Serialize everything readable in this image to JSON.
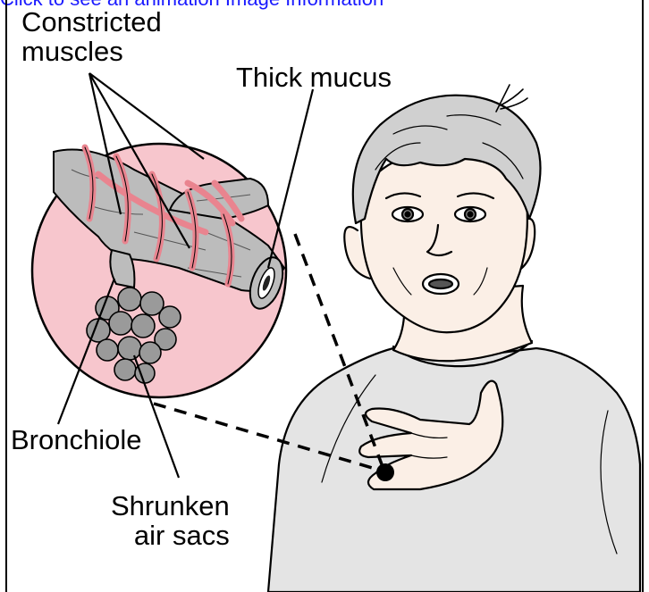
{
  "caption": "Click to see an animation Image Information",
  "labels": {
    "constricted_muscles": "Constricted\nmuscles",
    "thick_mucus": "Thick mucus",
    "bronchiole": "Bronchiole",
    "shrunken_air_sacs": "Shrunken\nair sacs"
  },
  "colors": {
    "inset_background": "#f7c6cd",
    "muscle": "#e9848f",
    "airway": "#bcbcbc",
    "skin": "#fbefe6",
    "shirt": "#e4e4e4",
    "hair": "#d0d0d0",
    "caption": "#1a1aff"
  }
}
